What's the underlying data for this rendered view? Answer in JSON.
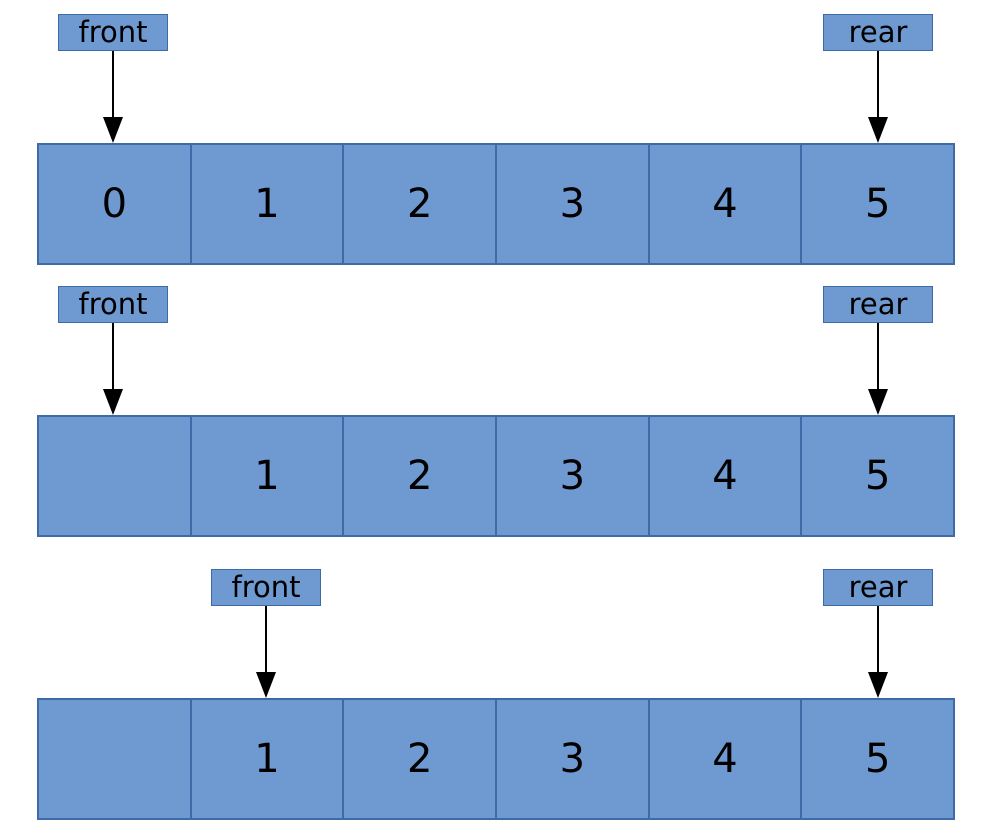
{
  "diagram": {
    "type": "queue-array-pointer-states",
    "colors": {
      "cell_fill": "#6f9ad1",
      "cell_border": "#3f6aa8",
      "arrow": "#000000",
      "text": "#000000",
      "background": "#ffffff"
    },
    "rows": [
      {
        "cells": [
          "0",
          "1",
          "2",
          "3",
          "4",
          "5"
        ],
        "pointers": [
          {
            "label": "front",
            "cell_index": 0
          },
          {
            "label": "rear",
            "cell_index": 5
          }
        ]
      },
      {
        "cells": [
          "",
          "1",
          "2",
          "3",
          "4",
          "5"
        ],
        "pointers": [
          {
            "label": "front",
            "cell_index": 0
          },
          {
            "label": "rear",
            "cell_index": 5
          }
        ]
      },
      {
        "cells": [
          "",
          "1",
          "2",
          "3",
          "4",
          "5"
        ],
        "pointers": [
          {
            "label": "front",
            "cell_index": 1
          },
          {
            "label": "rear",
            "cell_index": 5
          }
        ]
      }
    ]
  }
}
